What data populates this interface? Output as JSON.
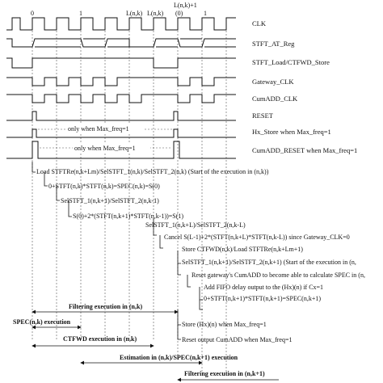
{
  "clock_ticks": [
    "0",
    "1",
    "L(n,k)",
    "L(n,k)",
    "L(n,k)+1",
    "(0)",
    "1"
  ],
  "signals": [
    "CLK",
    "STFT_AT_Reg",
    "STFT_Load/CTFWD_Store",
    "Gateway_CLK",
    "CumADD_CLK",
    "RESET",
    "Hx_Store when Max_freq=1",
    "CumADD_RESET when Max_freq=1"
  ],
  "window_notes": [
    "only when Max_freq=1",
    "only when Max_freq=1"
  ],
  "ops": [
    "Load STFTRe(n,k+Lm)/SelSTFT_1(n,k)/SelSTFT_2(n,k) (Start of the execution in (n,k))",
    "0+STFT(n,k)*STFT(n,k)=SPEC(n,k)=S(0)",
    "SelSTFT_1(n,k+1)/SelSTFT_2(n,k-1)",
    "S(0)+2*(STFT(n,k+1)*STFT(n,k-1))=S(1)",
    "SelSTFT_1(n,k+L)/SelSTFT_2(n,k-L)",
    "Cancel S(L-1)+2*(STFT(n,k+L)*STFT(n,k-L)) since Gateway_CLK=0",
    "Store CTFWD(n,k)/Load STFTRe(n,k+Lm+1)",
    "SelSTFT_1(n,k+1)/SelSTFT_2(n,k+1) (Start of the execution in (n,",
    "Reset gateway's CumADD to become able to calculate SPEC in (n,",
    "Add FIFO delay output to the (Hx)(n) if Cx=1",
    "0+STFT(n,k+1)*STFT(n,k+1)=SPEC(n,k+1)",
    "Store (Hx)(n) when Max_freq=1",
    "Reset output CumADD when Max_freq=1"
  ],
  "spans": [
    "Filtering execution in (n,k)",
    "SPEC(n,k) execution",
    "CTFWD execution in (n,k)",
    "Estimation in (n,k)/SPEC(n,k+1) execution",
    "Filtering execution in (n,k+1)"
  ]
}
